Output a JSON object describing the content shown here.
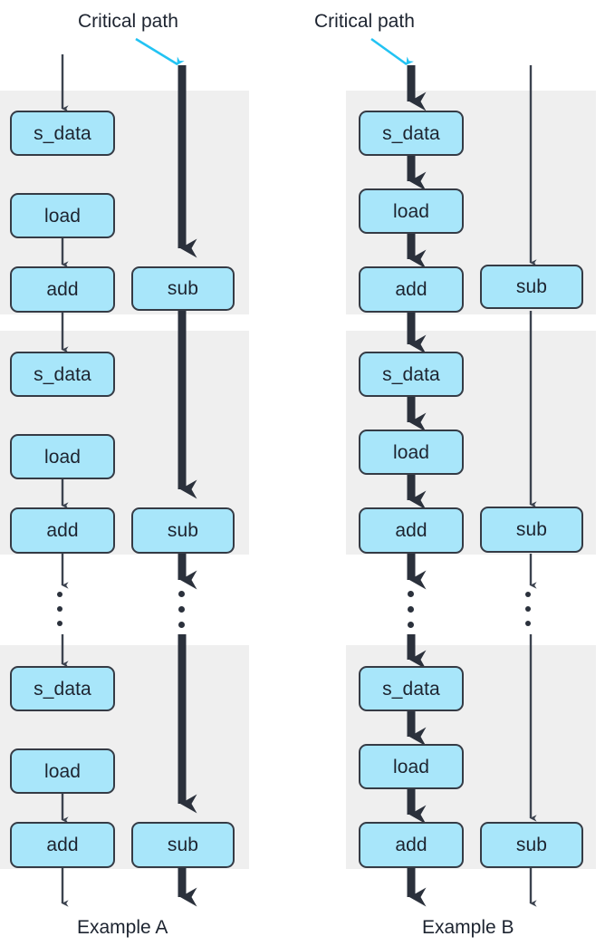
{
  "diagram": {
    "title_text": "Critical path",
    "colors": {
      "node_fill": "#a8e6fa",
      "node_stroke": "#353b45",
      "band_fill": "#efefef",
      "wire_thin": "#3c434f",
      "wire_thick": "#2b313c",
      "annotation_arrow": "#22c3f3",
      "text": "#1d2430",
      "page_background": "#ffffff"
    },
    "node_labels": {
      "s_data": "s_data",
      "load": "load",
      "add": "add",
      "sub": "sub"
    },
    "ellipsis_glyph": "•"
  },
  "examples": [
    {
      "id": "a",
      "caption": "Example A",
      "annotation": "Critical path",
      "critical_column": "right",
      "iterations": [
        {
          "band_index": 0,
          "nodes": [
            "s_data",
            "load",
            "add",
            "sub"
          ]
        },
        {
          "band_index": 1,
          "nodes": [
            "s_data",
            "load",
            "add",
            "sub"
          ]
        },
        {
          "band_index": 2,
          "nodes": [
            "s_data",
            "load",
            "add",
            "sub"
          ]
        }
      ],
      "left_chain": [
        "s_data",
        "load",
        "add"
      ],
      "right_chain": [
        "sub"
      ]
    },
    {
      "id": "b",
      "caption": "Example B",
      "annotation": "Critical path",
      "critical_column": "left",
      "iterations": [
        {
          "band_index": 0,
          "nodes": [
            "s_data",
            "load",
            "add",
            "sub"
          ]
        },
        {
          "band_index": 1,
          "nodes": [
            "s_data",
            "load",
            "add",
            "sub"
          ]
        },
        {
          "band_index": 2,
          "nodes": [
            "s_data",
            "load",
            "add",
            "sub"
          ]
        }
      ],
      "left_chain": [
        "s_data",
        "load",
        "add"
      ],
      "right_chain": [
        "sub"
      ]
    }
  ]
}
